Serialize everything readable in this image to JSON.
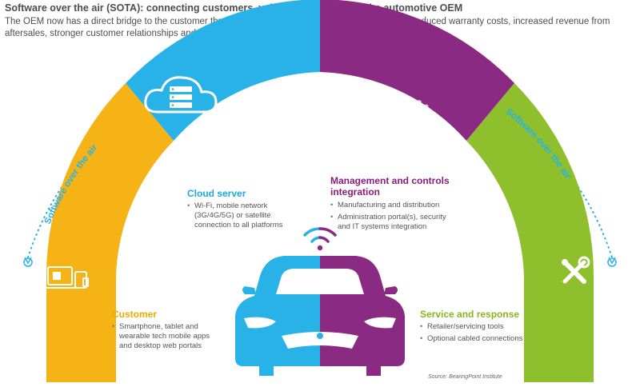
{
  "title": "Software over the air (SOTA): connecting customers, vehicles, retailers and the automotive OEM",
  "subtitle": "The OEM now has a direct bridge to the customer through the vehicle’s life offering opportunities for reduced warranty costs, increased revenue from aftersales, stronger customer relationships and fast analytics to support research and product development",
  "arc_label_left": "Software over the air",
  "arc_label_right": "Software over the air",
  "colors": {
    "customer": "#f5b316",
    "cloud": "#29b2e8",
    "management": "#8b2a82",
    "service": "#8ebf2c"
  },
  "cloud_server": {
    "heading": "Cloud server",
    "bullets": [
      "Wi-Fi, mobile network (3G/4G/5G) or satellite connection to all platforms"
    ]
  },
  "management": {
    "heading": "Management and controls integration",
    "bullets": [
      "Manufacturing and distribution",
      "Administration portal(s), security and IT systems integration"
    ]
  },
  "customer": {
    "heading": "Customer",
    "bullets": [
      "Smartphone, tablet and wearable tech mobile apps and desktop web portals"
    ]
  },
  "service": {
    "heading": "Service and response",
    "bullets": [
      "Retailer/servicing tools",
      "Optional cabled connections"
    ]
  },
  "source": "Source: BearingPoint Institute",
  "icons": {
    "cloud": "cloud-server-icon",
    "factory": "factory-icon",
    "devices": "devices-icon",
    "tools": "wrench-screwdriver-icon",
    "car": "car-icon"
  }
}
